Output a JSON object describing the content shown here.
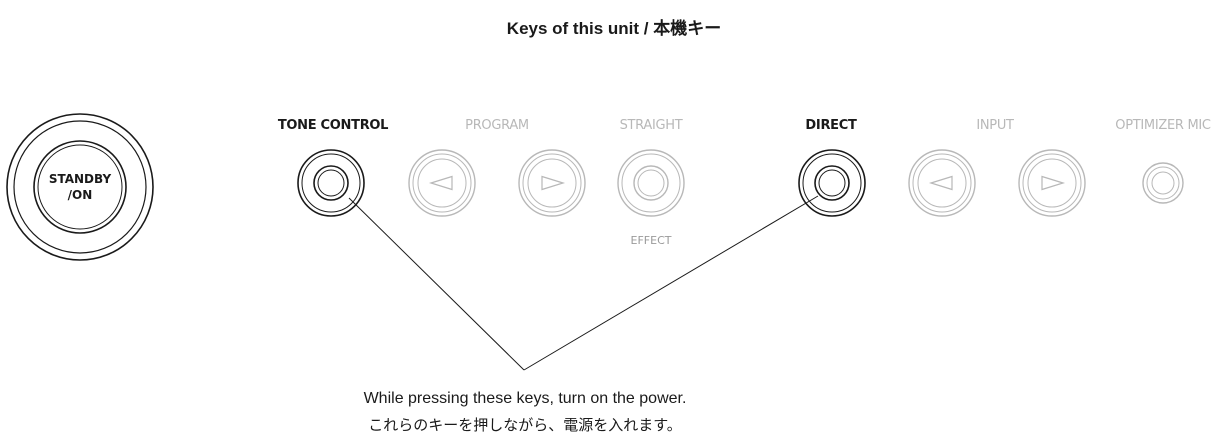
{
  "title": "Keys of this unit / 本機キー",
  "standby_key": {
    "line1": "STANDBY",
    "line2": "/ON"
  },
  "keys": [
    {
      "label": "TONE CONTROL",
      "active": true
    },
    {
      "label": "PROGRAM",
      "active": false
    },
    {
      "label": "STRAIGHT",
      "active": false,
      "sub_label": "EFFECT"
    },
    {
      "label": "DIRECT",
      "active": true
    },
    {
      "label": "INPUT",
      "active": false
    },
    {
      "label": "OPTIMIZER MIC",
      "active": false
    }
  ],
  "caption": {
    "en": "While pressing these keys, turn on the power.",
    "jp": "これらのキーを押しながら、電源を入れます。"
  },
  "icons": {
    "left_arrow": "left-triangle-icon",
    "right_arrow": "right-triangle-icon"
  }
}
